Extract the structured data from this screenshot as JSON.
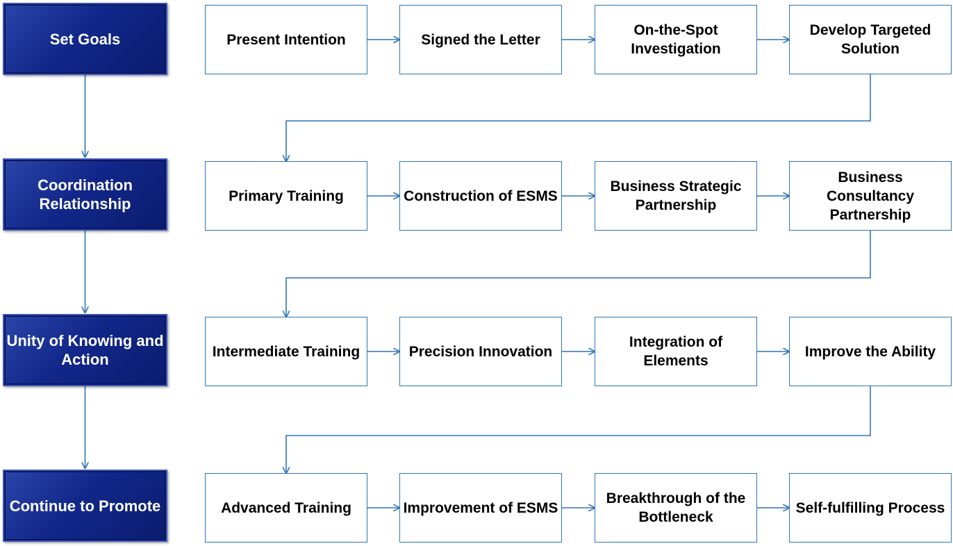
{
  "colors": {
    "stage_fill": "#12278a",
    "connector": "#2e74b5",
    "step_border": "#2e74b5"
  },
  "stages": [
    {
      "label": "Set Goals",
      "steps": [
        "Present Intention",
        "Signed the Letter",
        "On-the-Spot Investigation",
        "Develop Targeted Solution"
      ]
    },
    {
      "label": "Coordination Relationship",
      "steps": [
        "Primary  Training",
        "Construction of ESMS",
        "Business Strategic Partnership",
        "Business Consultancy Partnership"
      ]
    },
    {
      "label": "Unity of Knowing and Action",
      "steps": [
        "Intermediate Training",
        "Precision Innovation",
        "Integration of Elements",
        "Improve the Ability"
      ]
    },
    {
      "label": "Continue to Promote",
      "steps": [
        "Advanced Training",
        "Improvement of ESMS",
        "Breakthrough of the Bottleneck",
        "Self-fulfilling Process"
      ]
    }
  ]
}
